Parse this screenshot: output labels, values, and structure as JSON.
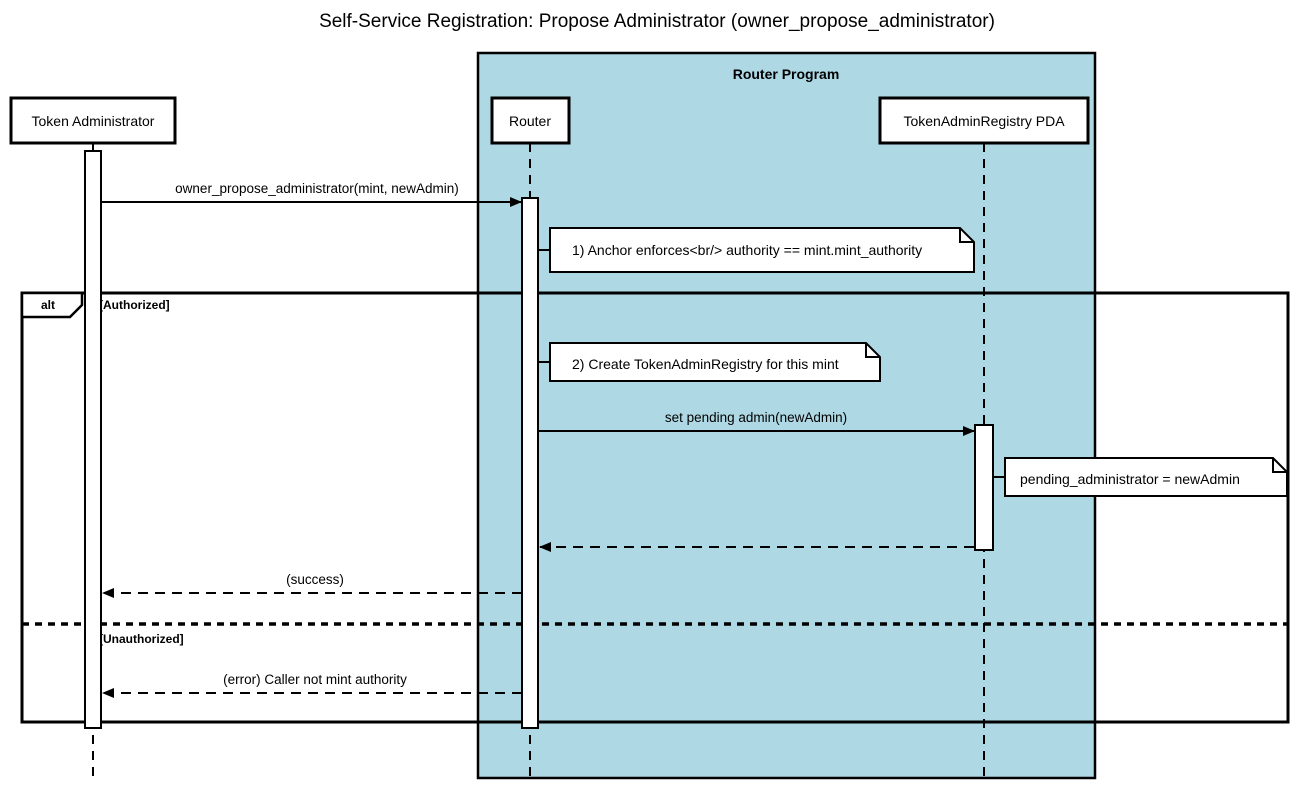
{
  "diagram": {
    "type": "sequence-diagram",
    "title": "Self-Service Registration: Propose Administrator (owner_propose_administrator)",
    "colors": {
      "group_fill": "#add8e4",
      "stroke": "#000000",
      "lifeline_fill": "#ffffff",
      "note_fill": "#ffffff",
      "background": "#ffffff"
    },
    "group_box": {
      "label": "Router Program"
    },
    "participants": [
      {
        "id": "tokenadmin",
        "label": "Token Administrator",
        "in_group": false
      },
      {
        "id": "router",
        "label": "Router",
        "in_group": true
      },
      {
        "id": "pda",
        "label": "TokenAdminRegistry PDA",
        "in_group": true
      }
    ],
    "fragment": {
      "operator": "alt",
      "branches": [
        {
          "guard": "[Authorized]"
        },
        {
          "guard": "[Unauthorized]"
        }
      ]
    },
    "messages": [
      {
        "id": "m1",
        "label": "owner_propose_administrator(mint, newAdmin)",
        "from": "tokenadmin",
        "to": "router",
        "style": "solid",
        "arrow": "filled"
      },
      {
        "id": "m2",
        "label": "set pending admin(newAdmin)",
        "from": "router",
        "to": "pda",
        "style": "solid",
        "arrow": "filled"
      },
      {
        "id": "m3",
        "label": "",
        "from": "pda",
        "to": "router",
        "style": "dashed",
        "arrow": "filled"
      },
      {
        "id": "m4",
        "label": "(success)",
        "from": "router",
        "to": "tokenadmin",
        "style": "dashed",
        "arrow": "filled"
      },
      {
        "id": "m5",
        "label": "(error) Caller not mint authority",
        "from": "router",
        "to": "tokenadmin",
        "style": "dashed",
        "arrow": "filled"
      }
    ],
    "notes": [
      {
        "id": "n1",
        "text": "1) Anchor enforces<br/> authority == mint.mint_authority",
        "anchor": "router"
      },
      {
        "id": "n2",
        "text": "2) Create TokenAdminRegistry for this mint",
        "anchor": "router"
      },
      {
        "id": "n3",
        "text": "pending_administrator = newAdmin",
        "anchor": "pda"
      }
    ]
  }
}
